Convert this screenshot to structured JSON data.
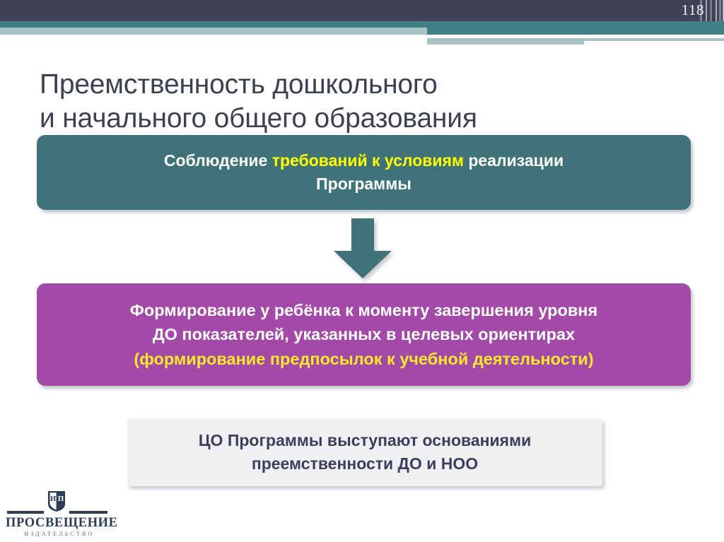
{
  "slide": {
    "page_number": "118",
    "title_line_1": "Преемственность дошкольного",
    "title_line_2": "и начального общего образования"
  },
  "colors": {
    "header_dark": "#3f4257",
    "teal_stripe": "#3f8086",
    "pale_stripe": "#a8c3c4",
    "box_teal": "#3f7379",
    "box_purple": "#a349a8",
    "box_grey": "#eef0f2",
    "highlight_yellow": "#ffff00",
    "title_text": "#3c4152",
    "grey_box_text": "#3b3f5c",
    "logo_navy": "#2c3e55"
  },
  "diagram": {
    "box_teal": {
      "line_1_part_1": "Соблюдение ",
      "line_1_highlight": "требований к условиям",
      "line_1_part_2": " реализации",
      "line_2": "Программы"
    },
    "arrow": {
      "direction": "down",
      "label": "arrow-down-icon"
    },
    "box_purple": {
      "line_1": "Формирование у ребёнка к моменту завершения уровня",
      "line_2": "ДО показателей, указанных в целевых ориентирах",
      "line_3_highlight": "(формирование предпосылок к учебной деятельности)"
    },
    "box_grey": {
      "line_1": "ЦО Программы выступают основаниями",
      "line_2": "преемственности ДО и НОО"
    }
  },
  "logo": {
    "emblem_letters": "ИП",
    "name": "ПРОСВЕЩЕНИЕ",
    "subtitle": "ИЗДАТЕЛЬСТВО"
  }
}
